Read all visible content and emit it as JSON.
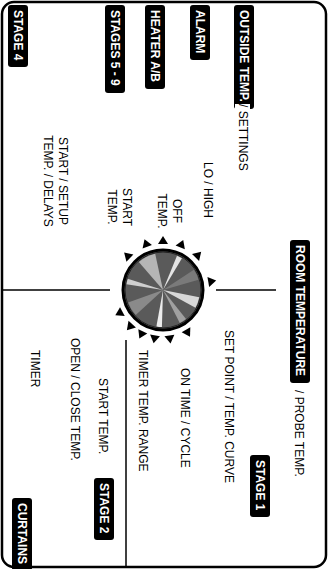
{
  "diagram": {
    "nodes": [
      {
        "text": [
          "ROOM TEMPERATURE"
        ]
      },
      {
        "text": [
          "STAGE 1"
        ]
      },
      {
        "text": [
          "OUTSIDE TEMP."
        ]
      },
      {
        "text": [
          "ALARM"
        ]
      },
      {
        "text": [
          "HEATER A/B"
        ]
      },
      {
        "text": [
          "STAGES 5 - 9"
        ]
      },
      {
        "text": [
          "STAGE 4"
        ]
      },
      {
        "text": [
          "STAGE 2"
        ]
      },
      {
        "text": [
          "CURTAINS"
        ]
      }
    ],
    "labels": [
      "/ PROBE TEMP.",
      "SET POINT / TEMP. CURVE",
      "ON TIME / CYCLE",
      "TIMER TEMP. RANGE",
      "START TEMP.",
      "OPEN / CLOSE TEMP.",
      "TIMER",
      "/ SETTINGS",
      "LO / HIGH",
      "OFF TEMP.",
      "START TEMP.",
      "START / SETUP TEMP. / DELAYS"
    ]
  }
}
